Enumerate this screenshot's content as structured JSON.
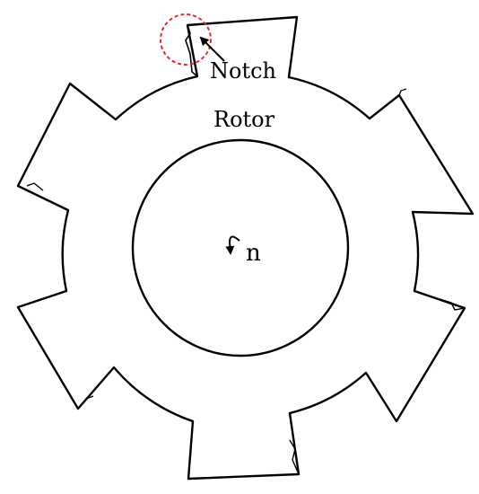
{
  "labels": {
    "notch": "Notch",
    "rotor": "Rotor",
    "speed": "n"
  },
  "colors": {
    "outline": "#000000",
    "highlight": "#e8262b"
  }
}
